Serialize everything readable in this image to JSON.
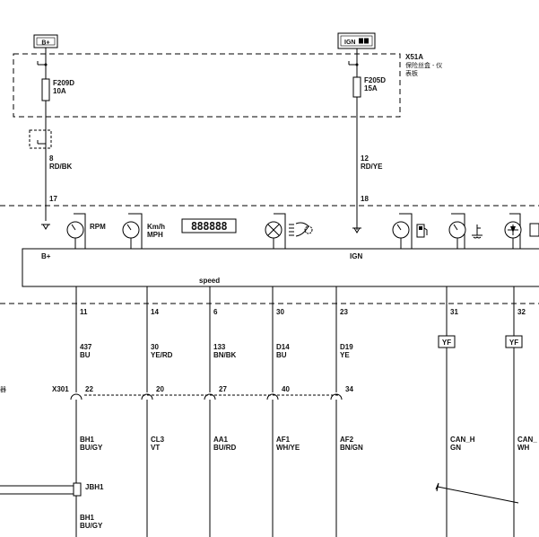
{
  "power_sources": {
    "bplus": "B+",
    "ign": "IGN"
  },
  "connector_x51a": {
    "name": "X51A",
    "desc_line1": "保险丝盒 - 仪",
    "desc_line2": "表板"
  },
  "fuses": [
    {
      "id": "F209D",
      "rating": "10A"
    },
    {
      "id": "F205D",
      "rating": "15A"
    }
  ],
  "upper_wires": [
    {
      "pin": "8",
      "color": "RD/BK",
      "cavity": "17"
    },
    {
      "pin": "12",
      "color": "RD/YE",
      "cavity": "18"
    }
  ],
  "cluster": {
    "gauges": [
      {
        "icon": "tachometer-icon",
        "label1": "RPM",
        "label2": ""
      },
      {
        "icon": "speedometer-icon",
        "label1": "Km/h",
        "label2": "MPH"
      }
    ],
    "odometer_digits": "888888",
    "pin_labels": {
      "bplus": "B+",
      "ign": "IGN"
    },
    "speed_label": "speed"
  },
  "lower_wires": [
    {
      "pin": "11",
      "circuit": "437",
      "color": "BU",
      "x301_cavity": "22",
      "name": "BH1",
      "name_color": "BU/GY"
    },
    {
      "pin": "14",
      "circuit": "30",
      "color": "YE/RD",
      "x301_cavity": "20",
      "name": "CL3",
      "name_color": "VT"
    },
    {
      "pin": "6",
      "circuit": "133",
      "color": "BN/BK",
      "x301_cavity": "27",
      "name": "AA1",
      "name_color": "BU/RD"
    },
    {
      "pin": "30",
      "circuit": "D14",
      "color": "BU",
      "x301_cavity": "40",
      "name": "AF1",
      "name_color": "WH/YE"
    },
    {
      "pin": "23",
      "circuit": "D19",
      "color": "YE",
      "x301_cavity": "34",
      "name": "AF2",
      "name_color": "BN/GN"
    }
  ],
  "can_wires": [
    {
      "pin": "31",
      "tag": "YF",
      "name": "CAN_H",
      "color": "GN"
    },
    {
      "pin": "32",
      "tag": "YF",
      "name": "CAN_",
      "color": "WH"
    }
  ],
  "x301_label": "X301",
  "jbh1": {
    "label": "JBH1",
    "name": "BH1",
    "color": "BU/GY"
  },
  "left_margin_char": "器"
}
